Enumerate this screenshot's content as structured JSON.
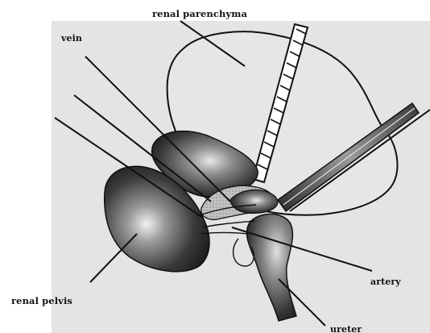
{
  "labels": {
    "renal_parenchyma": "renal parenchyma",
    "vein": "vein",
    "artery": "artery",
    "renal_pelvis": "renal pelvis",
    "ureter": "ureter"
  },
  "colors": {
    "background": "#ffffff",
    "paper": "#e4e4e4",
    "outline": "#111111",
    "shadow_dark": "#141414",
    "highlight": "#f2f2f2"
  }
}
